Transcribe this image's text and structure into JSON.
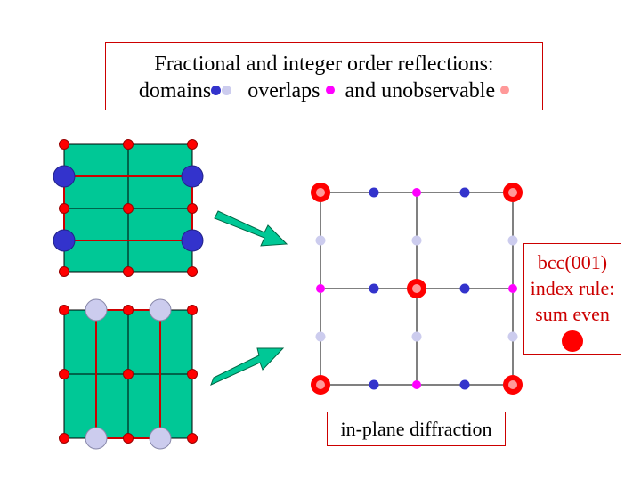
{
  "header": {
    "line1": "Fractional and integer order reflections:",
    "domains_label": "domains",
    "overlaps_label": "overlaps",
    "unobservable_label": "and unobservable"
  },
  "caption": "in-plane diffraction",
  "rule": {
    "line1": "bcc(001)",
    "line2": "index rule:",
    "line3": "sum even"
  },
  "colors": {
    "domain_blue": "#3333cc",
    "domain_light": "#ccccee",
    "overlap": "#ff00ff",
    "unobservable": "#ff9999",
    "integer_red": "#ff0000",
    "teal": "#00c896",
    "frame": "#cc0000"
  }
}
